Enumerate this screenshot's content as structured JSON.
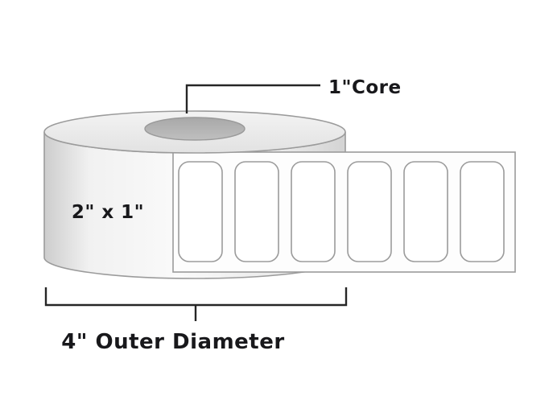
{
  "diagram": {
    "core_label": "1\"Core",
    "roll_size_label": "2\" x 1\"",
    "outer_diameter_label": "4\" Outer Diameter",
    "blank_label_count": 6,
    "colors": {
      "line": "#262626",
      "text": "#18181b",
      "roll_stroke": "#9b9b9b",
      "core_fill": "#b3b3b3",
      "label_fill": "#ffffff"
    }
  }
}
